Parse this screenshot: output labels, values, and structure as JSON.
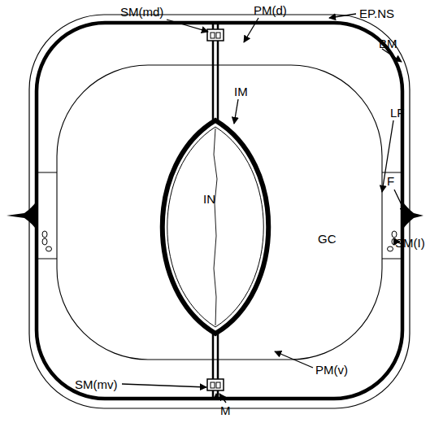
{
  "diagram": {
    "labels": [
      "SM(md)",
      "PM(d)",
      "EP.NS",
      "BM",
      "LF",
      "F",
      "SM(I)",
      "GC",
      "IN",
      "IM",
      "PM(v)",
      "M",
      "SM(mv)"
    ]
  }
}
